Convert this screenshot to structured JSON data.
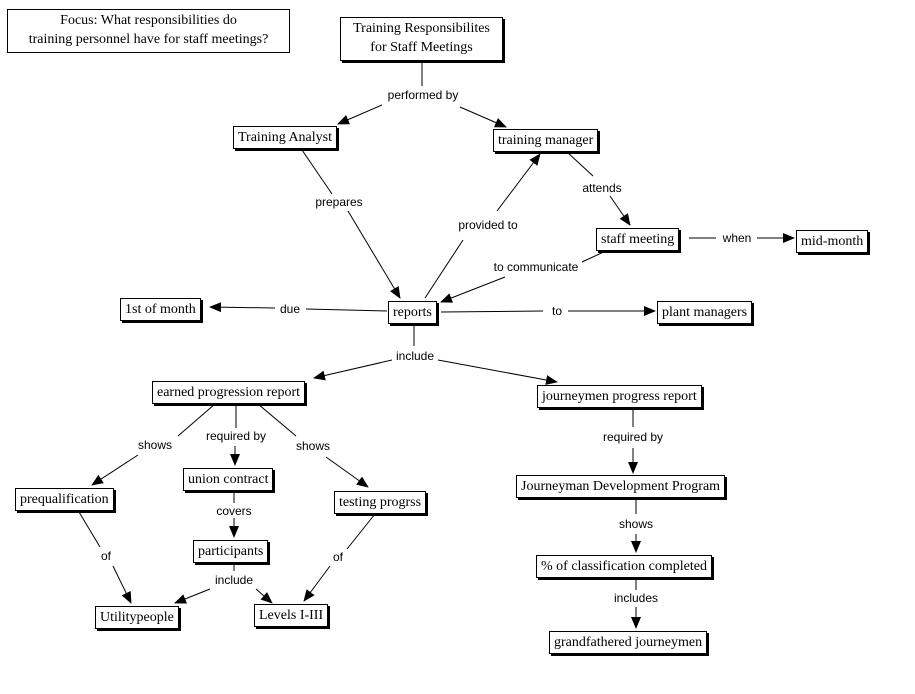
{
  "focus": {
    "line1": "Focus: What responsibilities do",
    "line2": "training personnel have for staff meetings?"
  },
  "concepts": {
    "root_line1": "Training Responsibilites",
    "root_line2": "for Staff Meetings",
    "training_analyst": "Training Analyst",
    "training_manager": "training manager",
    "staff_meeting": "staff meeting",
    "mid_month": "mid-month",
    "reports": "reports",
    "first_of_month": "1st of month",
    "plant_managers": "plant managers",
    "earned_progression_report": "earned progression report",
    "journeymen_progress_report": "journeymen progress report",
    "prequalification": "prequalification",
    "union_contract": "union contract",
    "testing_progrss": "testing progrss",
    "participants": "participants",
    "utilitypeople": "Utilitypeople",
    "levels": "Levels I-III",
    "journeyman_development_program": "Journeyman Development Program",
    "classification_completed": "% of classification completed",
    "grandfathered_journeymen": "grandfathered journeymen"
  },
  "links": {
    "performed_by": "performed by",
    "prepares": "prepares",
    "provided_to": "provided to",
    "attends": "attends",
    "when": "when",
    "to_communicate": "to communicate",
    "due": "due",
    "to": "to",
    "include": "include",
    "shows_prequal": "shows",
    "required_by_union": "required by",
    "shows_testing": "shows",
    "covers": "covers",
    "of_prequal": "of",
    "of_testing": "of",
    "include_participants": "include",
    "required_by_jdp": "required by",
    "shows_classification": "shows",
    "includes": "includes"
  }
}
